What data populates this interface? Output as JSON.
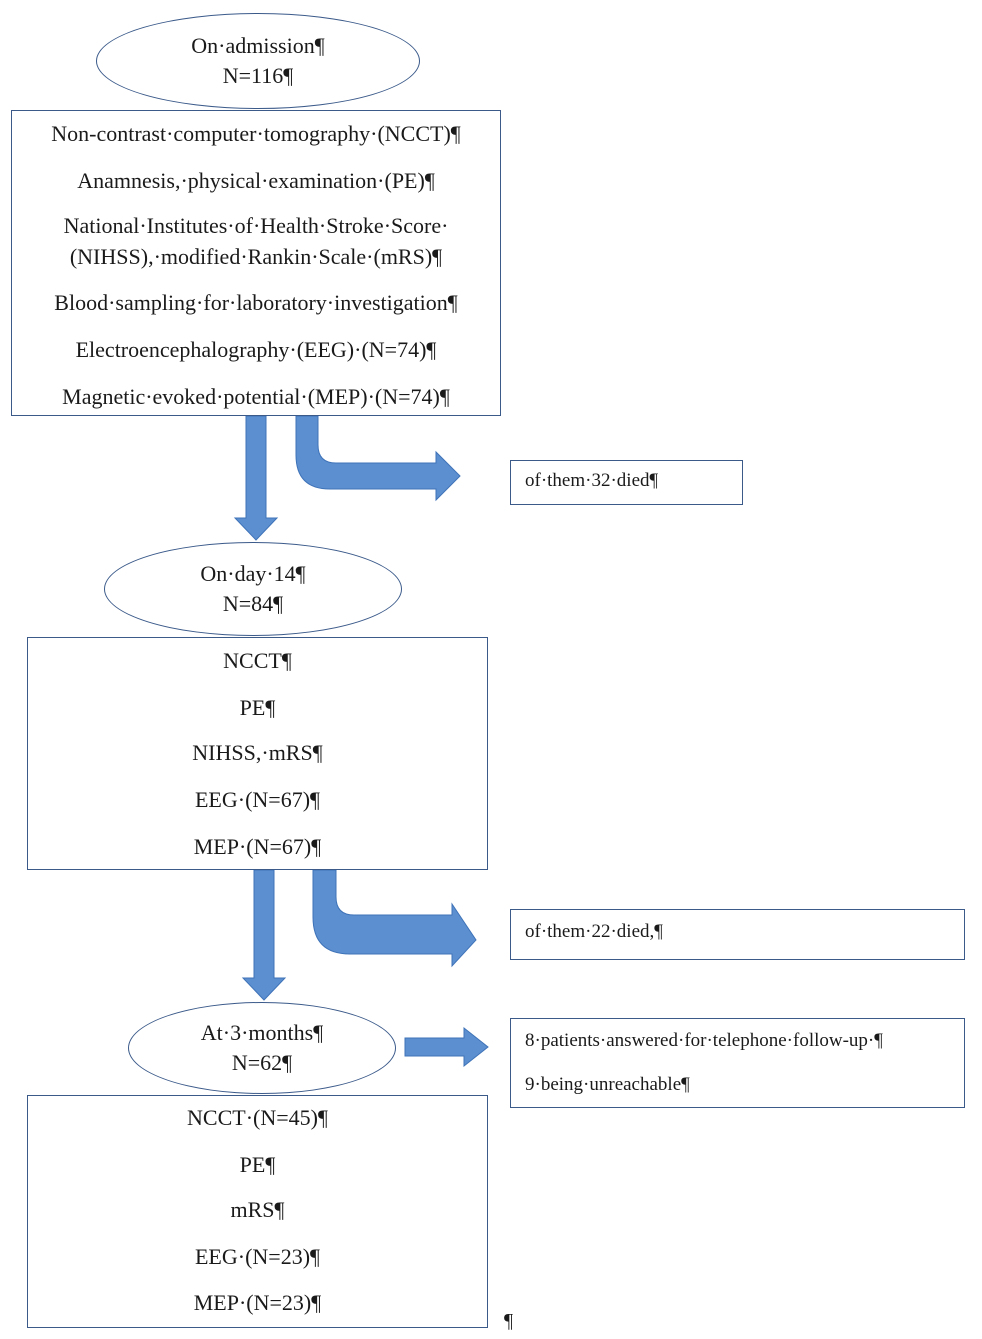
{
  "colors": {
    "arrow": "#5b8fd0",
    "arrow_edge": "#3f73b8",
    "border": "#3b5a8a"
  },
  "stage1": {
    "title": "On·admission¶",
    "n": "N=116¶",
    "items": [
      "Non-contrast·computer·tomography·(NCCT)¶",
      "Anamnesis,·physical·examination·(PE)¶",
      "National·Institutes·of·Health·Stroke·Score·",
      "(NIHSS),·modified·Rankin·Scale·(mRS)¶",
      "Blood·sampling·for·laboratory·investigation¶",
      "Electroencephalography·(EEG)·(N=74)¶",
      "Magnetic·evoked·potential·(MEP)·(N=74)¶"
    ],
    "side_note": "of·them·32·died¶"
  },
  "stage2": {
    "title": "On·day·14¶",
    "n": "N=84¶",
    "items": [
      "NCCT¶",
      "PE¶",
      "NIHSS,·mRS¶",
      "EEG·(N=67)¶",
      "MEP·(N=67)¶"
    ],
    "side_note": "of·them·22·died,¶"
  },
  "stage3": {
    "title": "At·3·months¶",
    "n": "N=62¶",
    "items": [
      "NCCT·(N=45)¶",
      "PE¶",
      "mRS¶",
      "EEG·(N=23)¶",
      "MEP·(N=23)¶"
    ],
    "side_notes": [
      "8·patients·answered·for·telephone·follow-up·¶",
      "9·being·unreachable¶"
    ]
  },
  "trailing_mark": "¶"
}
